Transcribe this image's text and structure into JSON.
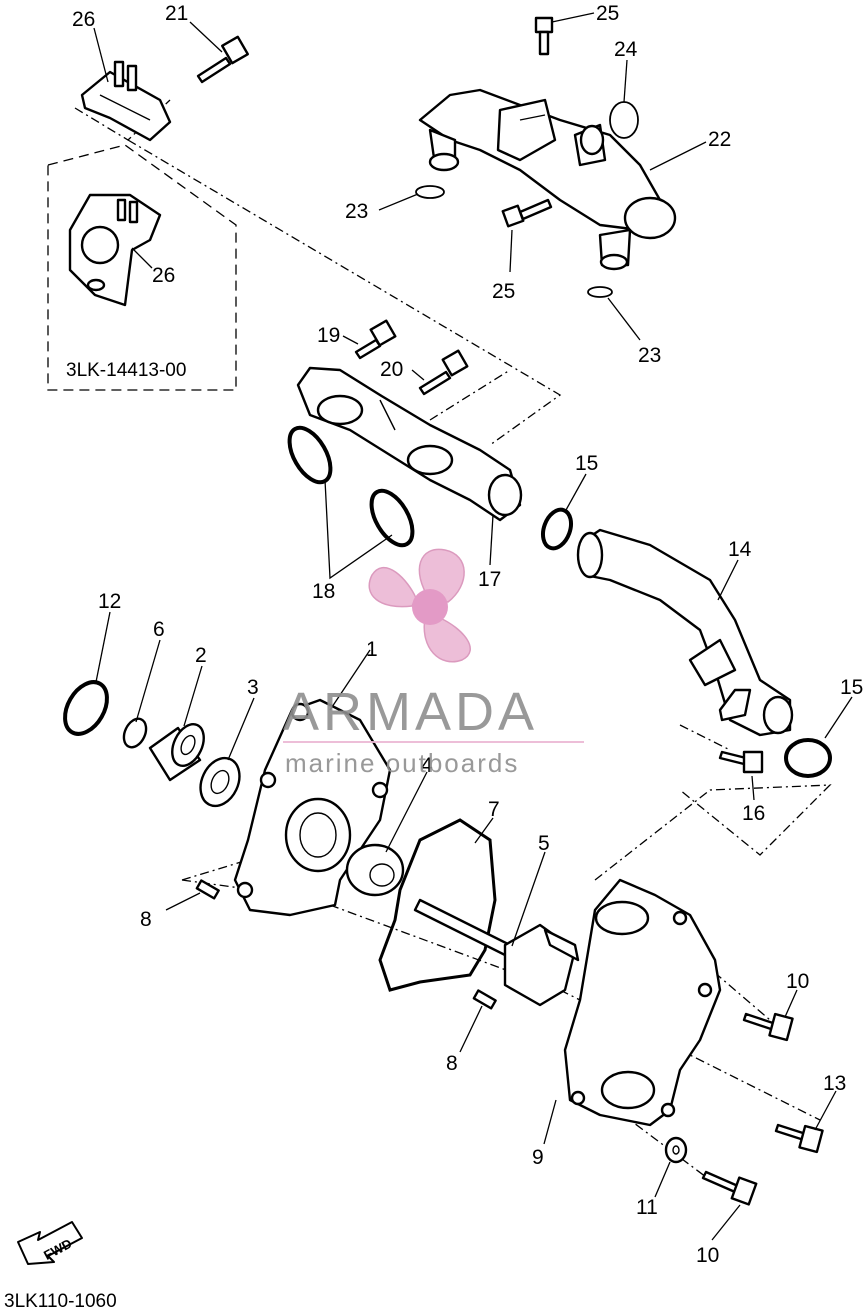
{
  "diagram": {
    "drawing_code": "3LK110-1060",
    "variant_part_number": "3LK-14413-00",
    "fwd_label": "FWD",
    "callouts": {
      "c26a": "26",
      "c21": "21",
      "c25a": "25",
      "c24": "24",
      "c22": "22",
      "c23a": "23",
      "c25b": "25",
      "c23b": "23",
      "c26b": "26",
      "c19": "19",
      "c20": "20",
      "c15a": "15",
      "c14": "14",
      "c18": "18",
      "c17": "17",
      "c12": "12",
      "c6": "6",
      "c2": "2",
      "c3": "3",
      "c1": "1",
      "c4": "4",
      "c7": "7",
      "c5": "5",
      "c15b": "15",
      "c16": "16",
      "c8a": "8",
      "c8b": "8",
      "c10a": "10",
      "c13": "13",
      "c9": "9",
      "c11": "11",
      "c10b": "10"
    }
  },
  "watermark": {
    "brand": "ARMADA",
    "tagline": "marine outboards",
    "colors": {
      "logo_pink": "#ecb8d4",
      "logo_dot": "#e090c0",
      "text_gray": "#8f8f8f"
    }
  }
}
